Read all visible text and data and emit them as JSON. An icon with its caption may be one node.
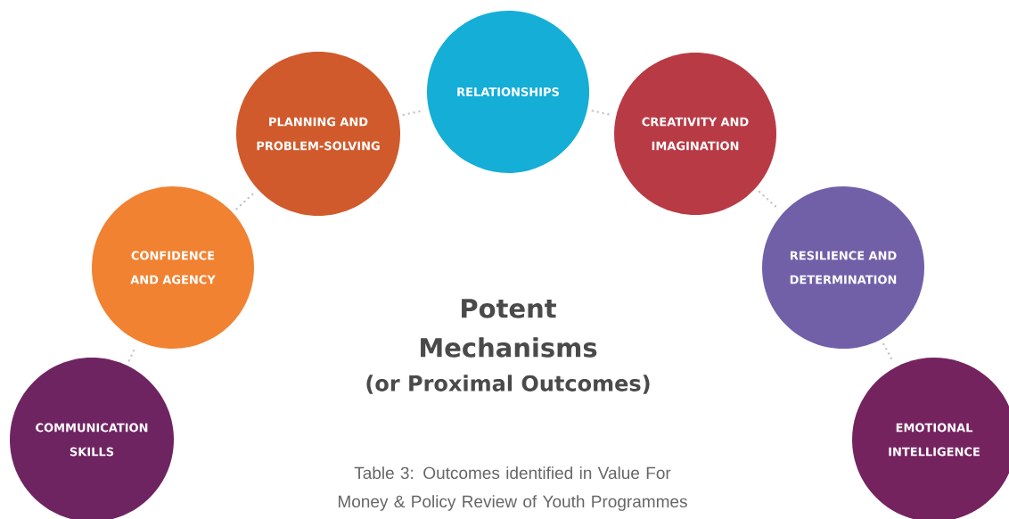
{
  "diagram": {
    "title": "Potent Mechanisms",
    "caption": "Table 3: Outcomes identified in Value For Money & Policy Review of Youth Programmes",
    "nodes": [
      {
        "text": [
          "COMMUNICATION SKILLS"
        ]
      },
      {
        "text": [
          "CONFIDENCE AND AGENCY"
        ]
      },
      {
        "text": [
          "PLANNING AND PROBLEM-SOLVING"
        ]
      },
      {
        "text": [
          "RELATIONSHIPS"
        ]
      },
      {
        "text": [
          "CREATIVITY AND IMAGINATION"
        ]
      },
      {
        "text": [
          "RESILIENCE AND DETERMINATION"
        ]
      },
      {
        "text": [
          "EMOTIONAL INTELLIGENCE"
        ]
      }
    ],
    "edges": [
      {
        "from": 0,
        "to": 1,
        "arrow": "none"
      },
      {
        "from": 1,
        "to": 2,
        "arrow": "none"
      },
      {
        "from": 2,
        "to": 3,
        "arrow": "none"
      },
      {
        "from": 3,
        "to": 4,
        "arrow": "none"
      },
      {
        "from": 4,
        "to": 5,
        "arrow": "none"
      },
      {
        "from": 5,
        "to": 6,
        "arrow": "none"
      }
    ],
    "labels": [
      "(or Proximal Outcomes)"
    ]
  }
}
